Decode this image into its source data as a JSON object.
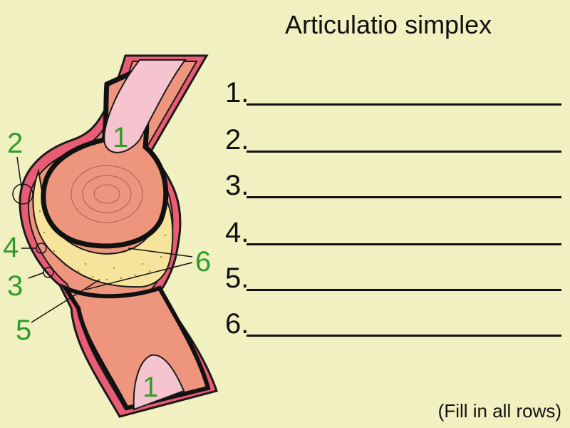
{
  "title": "Articulatio simplex",
  "rows": [
    "1.",
    "2.",
    "3.",
    "4.",
    "5.",
    "6."
  ],
  "footer_note": "(Fill in all rows)",
  "diagram": {
    "labels": [
      "1",
      "1",
      "2",
      "3",
      "4",
      "5",
      "6"
    ]
  },
  "colors": {
    "background": "#f1f0c0",
    "capsule": "#e85c74",
    "bone": "#ee957e",
    "marrow": "#f5c4ce",
    "synovial_fluid": "#f6e49c",
    "label_green": "#2f9b2a"
  }
}
